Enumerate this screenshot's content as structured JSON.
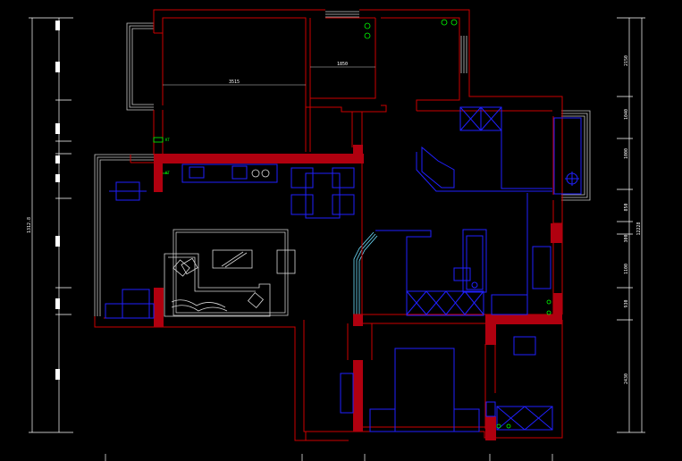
{
  "drawing": {
    "background": "#000000",
    "colors": {
      "wall_line": "#cc0000",
      "wall_fill": "#b0000f",
      "furniture": "#2020ff",
      "window": "#c8c8c8",
      "window_glass": "#6fe0ff",
      "fixture": "#00ff00",
      "dimension": "#ffffff"
    },
    "room_dimensions": [
      "3515",
      "1850"
    ],
    "fixture_labels": [
      "KT",
      "KT"
    ],
    "left_dimension": {
      "total": "1312.8"
    },
    "right_dimension": {
      "total": "12228",
      "segments": [
        "2150",
        "1040",
        "1000",
        "850",
        "300",
        "1100",
        "930",
        "2430"
      ]
    }
  }
}
